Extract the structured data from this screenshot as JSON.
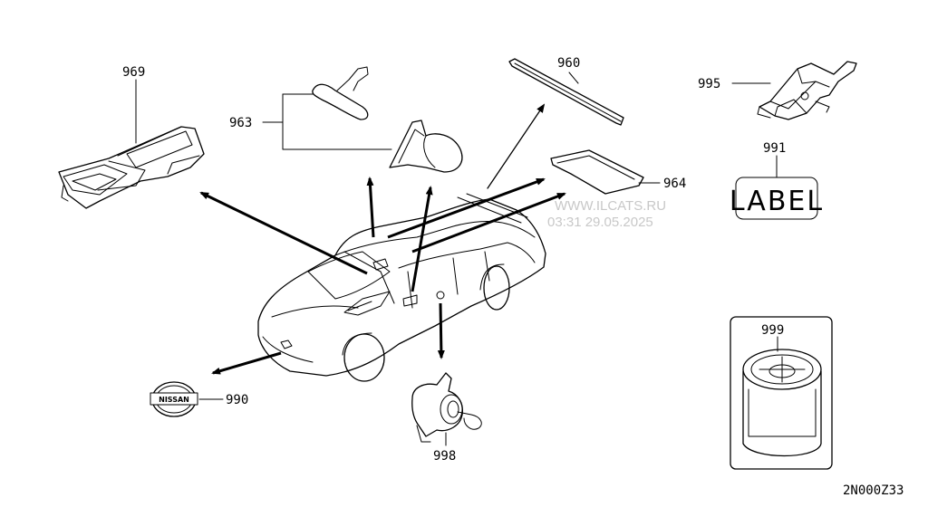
{
  "callouts": {
    "p960": "960",
    "p963": "963",
    "p964": "964",
    "p969": "969",
    "p990": "990",
    "p991": "991",
    "p995": "995",
    "p998": "998",
    "p999": "999"
  },
  "label_plate_text": "LABEL",
  "emblem_text": "NISSAN",
  "watermark": {
    "line1": "WWW.ILCATS.RU",
    "line2": "03:31 29.05.2025"
  },
  "diagram_code": "2N000Z33"
}
